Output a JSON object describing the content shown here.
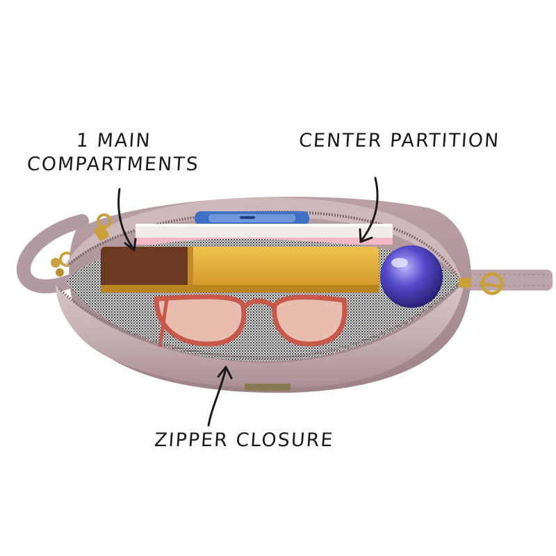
{
  "callouts": {
    "main_compartment": {
      "line1": "1 MAIN",
      "line2": "COMPARTMENTS"
    },
    "center_partition": "CENTER PARTITION",
    "zipper_closure": "ZIPPER CLOSURE"
  },
  "colors": {
    "bag_body": "#a98e94",
    "bag_rim": "#c9b5b5",
    "lining_check": "#6f6f6f",
    "wallet_yellow": "#e2ab38",
    "wallet_brown": "#6b3a20",
    "phone_blue": "#3f6fc2",
    "compact_purple": "#5a4fc8",
    "sunglasses_red": "#c7584a",
    "hardware_gold": "#c9a13a",
    "annotation_ink": "#1a1a1a"
  }
}
